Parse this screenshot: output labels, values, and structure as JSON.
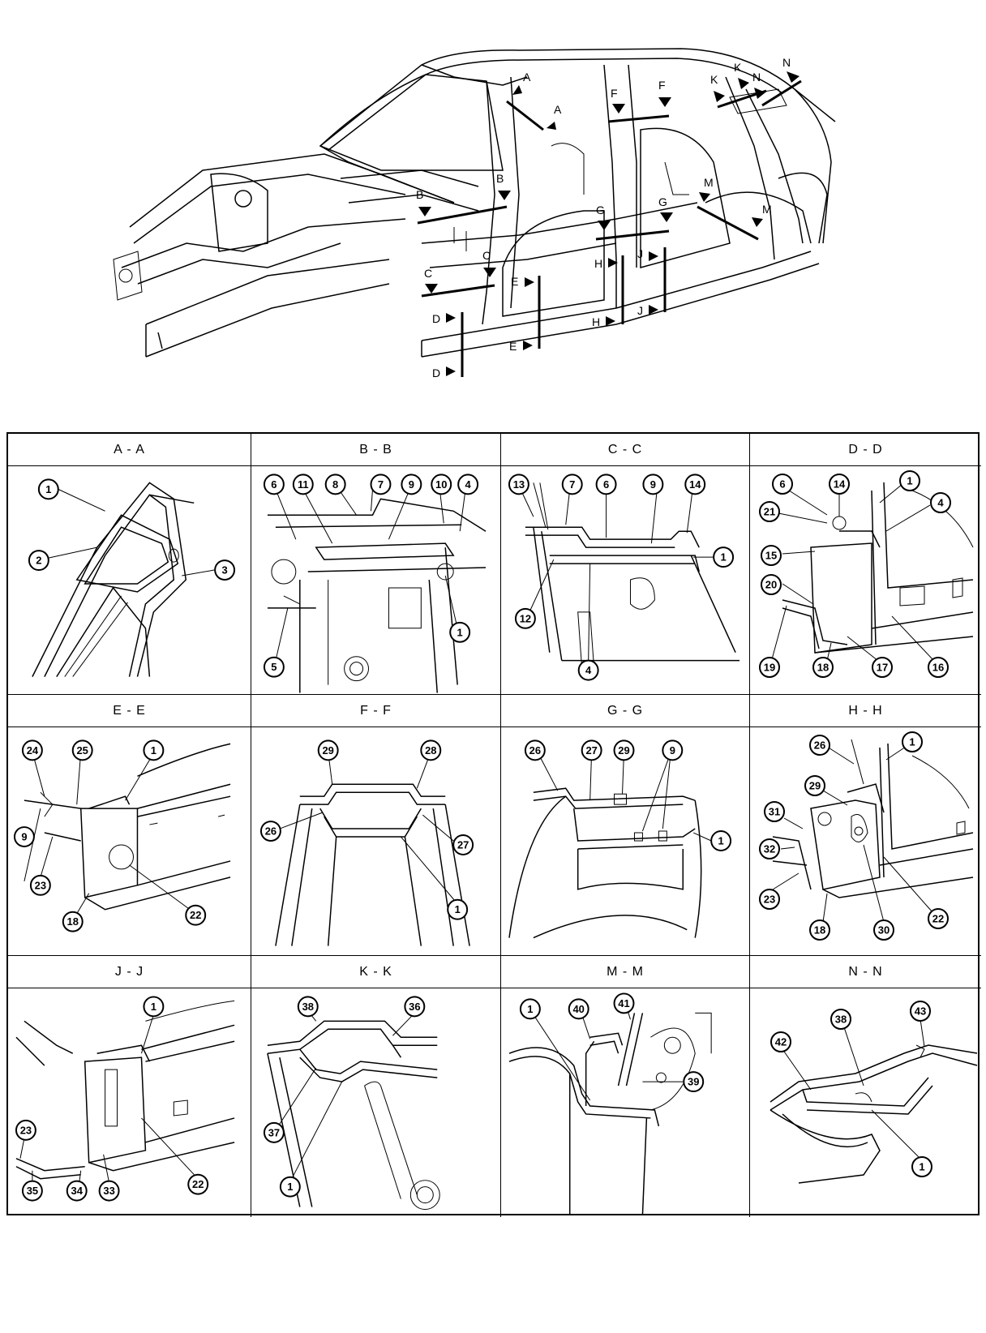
{
  "overview": {
    "markers": [
      "A",
      "A",
      "B",
      "B",
      "C",
      "C",
      "D",
      "D",
      "E",
      "E",
      "F",
      "F",
      "G",
      "G",
      "H",
      "H",
      "J",
      "J",
      "K",
      "K",
      "M",
      "M",
      "N",
      "N"
    ]
  },
  "sections": [
    {
      "title": "A - A",
      "callouts": [
        "1",
        "2",
        "3"
      ]
    },
    {
      "title": "B - B",
      "callouts": [
        "6",
        "11",
        "8",
        "7",
        "9",
        "10",
        "4",
        "1",
        "5"
      ]
    },
    {
      "title": "C - C",
      "callouts": [
        "13",
        "7",
        "6",
        "9",
        "14",
        "1",
        "12",
        "4"
      ]
    },
    {
      "title": "D - D",
      "callouts": [
        "6",
        "14",
        "1",
        "21",
        "4",
        "15",
        "20",
        "19",
        "18",
        "17",
        "16"
      ]
    },
    {
      "title": "E - E",
      "callouts": [
        "24",
        "25",
        "1",
        "9",
        "23",
        "18",
        "22"
      ]
    },
    {
      "title": "F - F",
      "callouts": [
        "29",
        "28",
        "26",
        "27",
        "1"
      ]
    },
    {
      "title": "G - G",
      "callouts": [
        "26",
        "27",
        "29",
        "9",
        "1"
      ]
    },
    {
      "title": "H - H",
      "callouts": [
        "26",
        "1",
        "29",
        "31",
        "32",
        "23",
        "18",
        "30",
        "22"
      ]
    },
    {
      "title": "J - J",
      "callouts": [
        "1",
        "23",
        "35",
        "34",
        "33",
        "22"
      ]
    },
    {
      "title": "K - K",
      "callouts": [
        "38",
        "36",
        "37",
        "1"
      ]
    },
    {
      "title": "M - M",
      "callouts": [
        "41",
        "40",
        "1",
        "39"
      ]
    },
    {
      "title": "N - N",
      "callouts": [
        "43",
        "38",
        "42",
        "1"
      ]
    }
  ]
}
